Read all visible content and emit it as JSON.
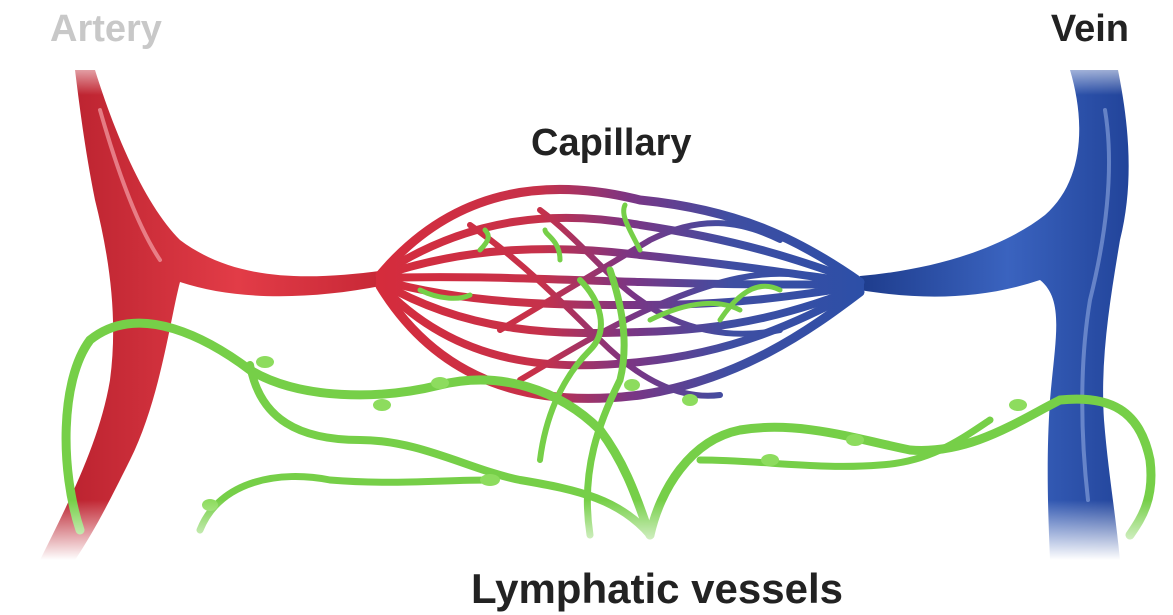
{
  "labels": {
    "artery": "Artery",
    "vein": "Vein",
    "capillary": "Capillary",
    "lymphatic": "Lymphatic vessels"
  },
  "colors": {
    "artery": "#d6303b",
    "artery_label": "#c8c8c8",
    "vein": "#2a4fa8",
    "capillary_mid": "#7b3584",
    "lymph": "#7bd44e",
    "label_text": "#222222"
  }
}
